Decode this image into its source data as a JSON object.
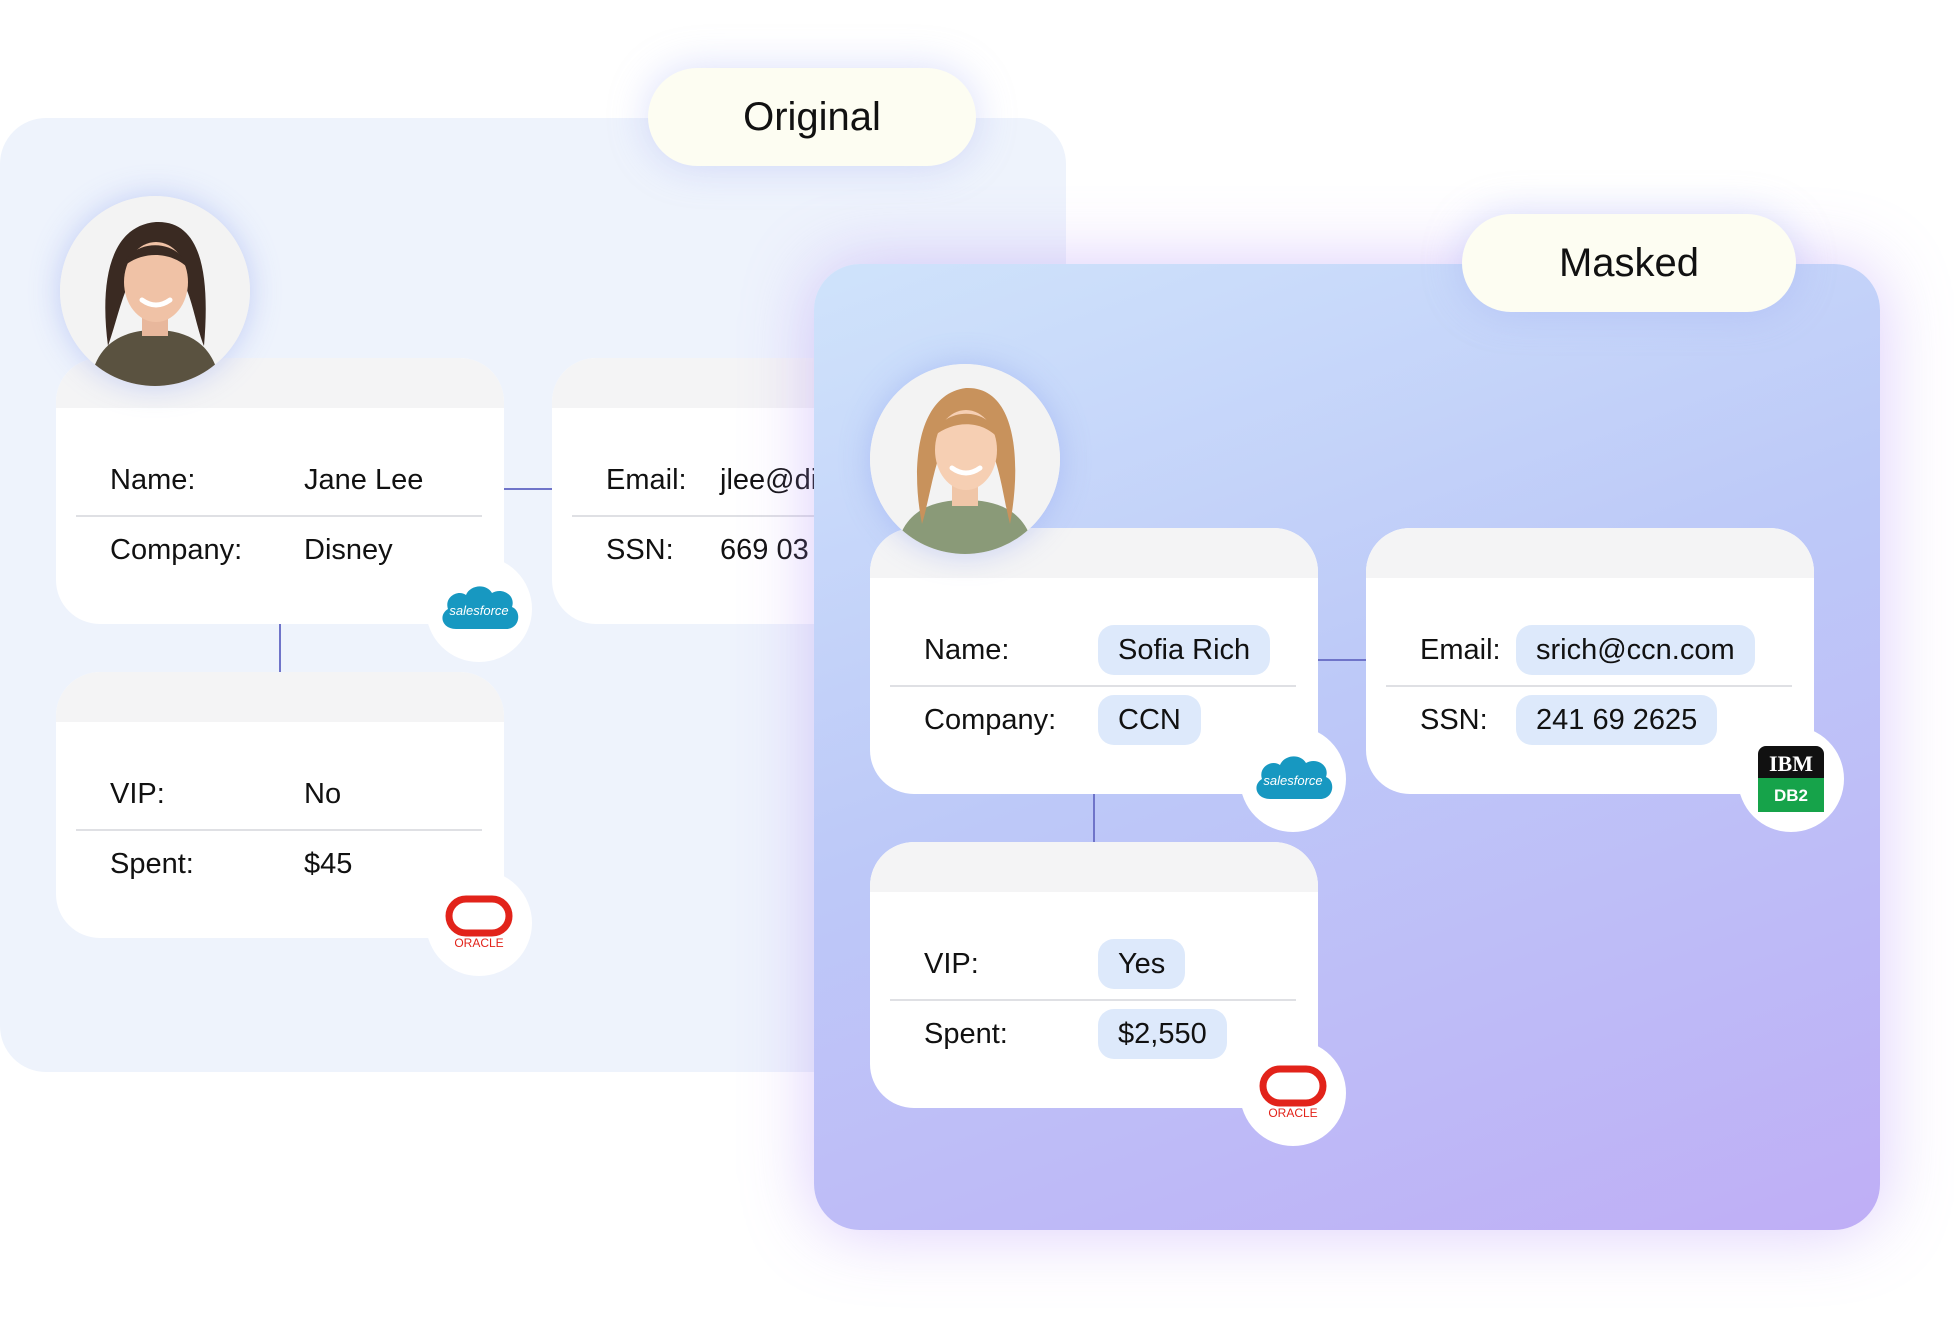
{
  "original": {
    "title": "Original",
    "card_identity": {
      "rows": [
        {
          "label": "Name:",
          "value": "Jane Lee"
        },
        {
          "label": "Company:",
          "value": "Disney"
        }
      ],
      "logo": "salesforce"
    },
    "card_contact": {
      "rows": [
        {
          "label": "Email:",
          "value": "jlee@di"
        },
        {
          "label": "SSN:",
          "value": "669 03"
        }
      ]
    },
    "card_purchase": {
      "rows": [
        {
          "label": "VIP:",
          "value": "No"
        },
        {
          "label": "Spent:",
          "value": "$45"
        }
      ],
      "logo": "ORACLE"
    }
  },
  "masked": {
    "title": "Masked",
    "card_identity": {
      "rows": [
        {
          "label": "Name:",
          "value": "Sofia Rich"
        },
        {
          "label": "Company:",
          "value": "CCN"
        }
      ],
      "logo": "salesforce"
    },
    "card_contact": {
      "rows": [
        {
          "label": "Email:",
          "value": "srich@ccn.com"
        },
        {
          "label": "SSN:",
          "value": "241 69 2625"
        }
      ],
      "logo_top": "IBM",
      "logo_bottom": "DB2"
    },
    "card_purchase": {
      "rows": [
        {
          "label": "VIP:",
          "value": "Yes"
        },
        {
          "label": "Spent:",
          "value": "$2,550"
        }
      ],
      "logo": "ORACLE"
    }
  },
  "colors": {
    "connector": "#6f74c9",
    "salesforce": "#1798c1",
    "oracle": "#e2231a",
    "db2_green": "#16a34a",
    "chip": "#dde9fb"
  },
  "icons": [
    "person-avatar-icon",
    "salesforce-logo-icon",
    "oracle-logo-icon",
    "ibm-db2-logo-icon"
  ]
}
